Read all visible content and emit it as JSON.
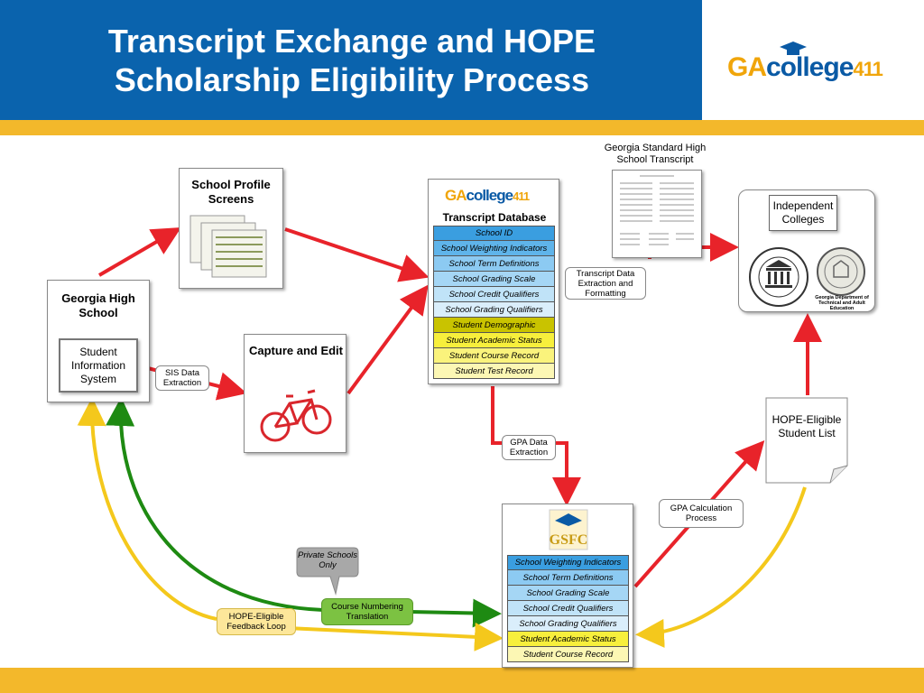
{
  "header": {
    "title": "Transcript Exchange and HOPE Scholarship Eligibility Process",
    "logo_ga": "GA",
    "logo_college": "college",
    "logo_411": "411",
    "colors": {
      "band": "#0a63ad",
      "gold": "#f3b82b"
    }
  },
  "nodes": {
    "georgia_hs": {
      "title": "Georgia High School",
      "sis": "Student Information System"
    },
    "profile": {
      "title": "School Profile Screens"
    },
    "capture": {
      "title": "Capture and Edit"
    },
    "transcript_db": {
      "title": "Transcript Database",
      "rows": [
        {
          "label": "School ID",
          "color": "#3a9ee0"
        },
        {
          "label": "School Weighting Indicators",
          "color": "#5fb4ea"
        },
        {
          "label": "School Term Definitions",
          "color": "#8ccaf2"
        },
        {
          "label": "School Grading Scale",
          "color": "#a5d6f5"
        },
        {
          "label": "School Credit Qualifiers",
          "color": "#c0e3f8"
        },
        {
          "label": "School Grading Qualifiers",
          "color": "#daeefb"
        },
        {
          "label": "Student Demographic",
          "color": "#c9c300"
        },
        {
          "label": "Student Academic Status",
          "color": "#f7ef3c"
        },
        {
          "label": "Student Course Record",
          "color": "#faf37c"
        },
        {
          "label": "Student Test Record",
          "color": "#fcf7b4"
        }
      ]
    },
    "ga_transcript": {
      "title": "Georgia Standard High School Transcript"
    },
    "colleges": {
      "title": "Independent Colleges",
      "seal_text": "Georgia Department of Technical and Adult Education"
    },
    "hope_list": {
      "title": "HOPE-Eligible Student List"
    },
    "gsfc": {
      "logo": "GSFC",
      "rows": [
        {
          "label": "School Weighting Indicators",
          "color": "#3a9ee0"
        },
        {
          "label": "School Term Definitions",
          "color": "#8ccaf2"
        },
        {
          "label": "School Grading Scale",
          "color": "#a5d6f5"
        },
        {
          "label": "School Credit Qualifiers",
          "color": "#c0e3f8"
        },
        {
          "label": "School Grading Qualifiers",
          "color": "#daeefb"
        },
        {
          "label": "Student Academic Status",
          "color": "#f7ef3c"
        },
        {
          "label": "Student Course Record",
          "color": "#fcf7b4"
        }
      ]
    }
  },
  "labels": {
    "sis_extract": "SIS Data Extraction",
    "transcript_extract": "Transcript Data Extraction and Formatting",
    "gpa_extract": "GPA Data Extraction",
    "gpa_calc": "GPA Calculation Process",
    "private": "Private Schools Only",
    "course_numbering": "Course Numbering Translation",
    "feedback": "HOPE-Eligible Feedback Loop"
  },
  "colors": {
    "red": "#e8232a",
    "green": "#1e8a12",
    "yellow": "#f4c81c",
    "private_bg": "#a8a8a8",
    "course_bg": "#7cc242",
    "feedback_bg": "#fde79a"
  }
}
